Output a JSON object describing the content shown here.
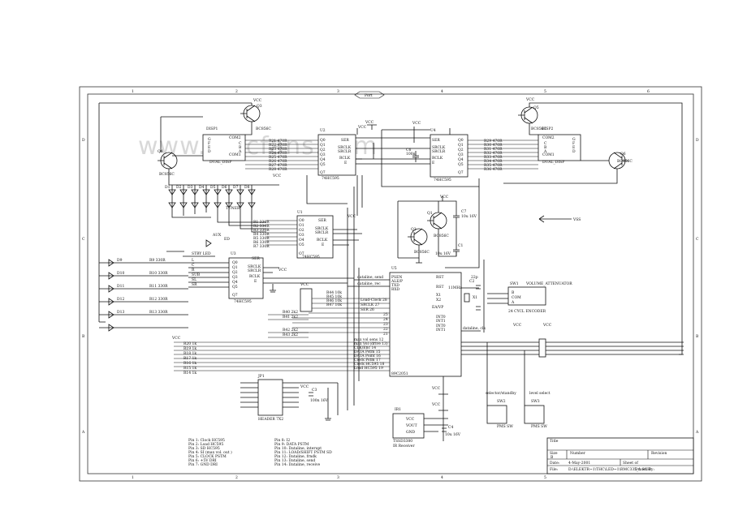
{
  "watermark": "www.elecfans.com",
  "border_cols": [
    "1",
    "2",
    "3",
    "4",
    "5",
    "6"
  ],
  "border_rows": [
    "D",
    "C",
    "B",
    "A"
  ],
  "top_tab": "Port",
  "parts": {
    "q3": {
      "ref": "Q3",
      "type": "BC856C",
      "vcc": "VCC"
    },
    "q4": {
      "ref": "Q4",
      "type": "BC856C"
    },
    "q5": {
      "ref": "Q5",
      "type": "BC856C",
      "vcc": "VCC"
    },
    "q6": {
      "ref": "Q6",
      "type": "BC856C"
    },
    "disp1": {
      "ref": "DISP1",
      "type": "DUAL_DISP",
      "com1": "COM1",
      "com2": "COM2",
      "pins": [
        "G",
        "F",
        "E",
        "D",
        "C",
        "B",
        "A",
        "DP"
      ]
    },
    "disp2": {
      "ref": "DISP2",
      "type": "DUAL_DISP",
      "com1": "COM1",
      "com2": "COM2",
      "pins": [
        "G",
        "F",
        "E",
        "D",
        "C",
        "B",
        "A",
        "DP"
      ]
    },
    "u2": {
      "ref": "U2",
      "type": "74HC595",
      "vcc": "VCC",
      "pins": [
        "SER",
        "SRCLK",
        "SRCLR",
        "RCLK",
        "E"
      ],
      "outs": [
        "Q0",
        "Q1",
        "Q2",
        "Q3",
        "Q4",
        "Q5",
        "Q6",
        "Q7"
      ]
    },
    "u4": {
      "ref": "U4",
      "type": "74HC595",
      "vcc": "VCC",
      "pins": [
        "SER",
        "SRCLK",
        "SRCLR",
        "RCLK",
        "E"
      ],
      "outs": [
        "Q0",
        "Q1",
        "Q2",
        "Q3",
        "Q4",
        "Q5",
        "Q6",
        "Q7"
      ]
    },
    "u1": {
      "ref": "U1",
      "type": "74HC595",
      "vcc": "VCC",
      "pins": [
        "SER",
        "SRCLK",
        "SRCLR",
        "RCLK",
        "E"
      ],
      "outs": [
        "O0",
        "O1",
        "O2",
        "O3",
        "O4",
        "O5",
        "O6",
        "O7"
      ]
    },
    "u3": {
      "ref": "U3",
      "type": "74HC595",
      "vcc": "VCC",
      "pins": [
        "SER",
        "SRCLK",
        "SRCLR",
        "RCLK",
        "E"
      ],
      "outs": [
        "Q0",
        "Q1",
        "Q2",
        "Q3",
        "Q4",
        "Q5",
        "Q6",
        "Q7"
      ]
    },
    "u5": {
      "ref": "U5",
      "type": "89C2051",
      "left": [
        "PSEN",
        "ALE/P",
        "TXD",
        "RXD"
      ],
      "right_top": [
        "RST",
        "X1",
        "X2",
        "EA/VP"
      ],
      "right_mid": [
        "INT0",
        "INT1",
        "T0",
        "T1"
      ]
    },
    "q1": {
      "ref": "Q1",
      "type": "BC856C"
    },
    "q2": {
      "ref": "Q2",
      "type": "BC856C"
    },
    "sw1": {
      "ref": "SW1",
      "name": "VOLUME_ATTENUATOR",
      "pins": [
        "A",
        "COM",
        "B"
      ],
      "label": "24 CYCL ENCODER"
    },
    "sw2": {
      "ref": "SW2",
      "type": "PMS SW",
      "label": "selector/standby"
    },
    "sw3": {
      "ref": "SW3",
      "type": "PMS SW",
      "label": "level select"
    },
    "ir1": {
      "ref": "IR1",
      "type": "TSSD3380",
      "label": "IR Receiver",
      "pins": [
        "VCC",
        "VOUT",
        "GND"
      ]
    },
    "jp1": {
      "ref": "JP1",
      "type": "HEADER 7X2"
    },
    "c1": {
      "ref": "C1",
      "value": "10u 16V"
    },
    "c2": {
      "ref": "C2",
      "value": "22p"
    },
    "c3": {
      "ref": "C3",
      "value": "100n 16V"
    },
    "c4": {
      "ref": "C4",
      "value": "10u 16V"
    },
    "c5": {
      "ref": "C5",
      "value": "100n 16V"
    },
    "c6": {
      "ref": "C6",
      "value": "100n"
    },
    "c7": {
      "ref": "C7",
      "value": "10u 16V"
    },
    "x1": {
      "ref": "X1",
      "value": "11MHz"
    },
    "tuner": "TUNER",
    "aux": "AUX",
    "stby": "STBY LED",
    "ed": "ED"
  },
  "resistors_u2": [
    "R21 470R",
    "R22 470R",
    "R23 470R",
    "R24 470R",
    "R25 470R",
    "R26 470R",
    "R27 470R",
    "R28 470R"
  ],
  "resistors_u4": [
    "R29 470R",
    "R30 470R",
    "R31 470R",
    "R32 470R",
    "R33 470R",
    "R34 470R",
    "R35 470R",
    "R36 470R"
  ],
  "resistors_u1": [
    "R1 330R",
    "R2 330R",
    "R3 330R",
    "R4 330R",
    "R5 330R",
    "R6 330R",
    "R7 330R"
  ],
  "led_refs": [
    "D1",
    "D2",
    "D3",
    "D4",
    "D5",
    "D6",
    "D7",
    "D8"
  ],
  "left_leds": [
    {
      "ref": "D9",
      "r": "R9 330R"
    },
    {
      "ref": "D10",
      "r": "R10 330R"
    },
    {
      "ref": "D11",
      "r": "R11 330R"
    },
    {
      "ref": "D12",
      "r": "R12 330R"
    },
    {
      "ref": "D13",
      "r": "R13 330R"
    }
  ],
  "u3_inputs": [
    "L",
    "C",
    "R",
    "SUB",
    "SL",
    "SR"
  ],
  "res_2k2": [
    "R40 2k2",
    "R41 2k2",
    "R42 2k2",
    "R43 2k2"
  ],
  "res_1k": [
    "R20 1k",
    "R19 1k",
    "R18 1k",
    "R17 1k",
    "R16 1k",
    "R15 1k",
    "R14 1k"
  ],
  "res_10k": [
    "R44 10k",
    "R45 10k",
    "R46 10k",
    "R47 10k"
  ],
  "p2_labels": [
    "Load-Clock 28",
    "SRCLK 27",
    "SER 26",
    "25",
    "24",
    "23",
    "22",
    "21"
  ],
  "p1_labels": [
    "max vol sens 12",
    "max Vol (drive 13)",
    "CLK/Enc 14",
    "DATA Pstm 15",
    "DATA Point 16",
    "Clock Pstm 17",
    "Clock HC595 18",
    "Load HC595 19"
  ],
  "serial_labels": [
    "dataline, send",
    "dataline, rec"
  ],
  "int_label": "dataline, clk",
  "pin_notes_left": [
    "Pin 1:  Clock HC595",
    "Pin 2:  Load HC595",
    "Pin 3:  SD HC595",
    "Pin 4:  SI (max vol. out )",
    "Pin 5:  CLOCK PSTM",
    "Pin 6:  +5V DRI",
    "Pin 7:  GND DRI"
  ],
  "pin_notes_right": [
    "Pin 8:   I2",
    "Pin 9:   DATA PSTM",
    "Pin 10: Dataline, interupt",
    "Pin 11: LOAD/SHIFT PSTM SD",
    "Pin 12: Dataline, frndk",
    "Pin 13: Dataline, send",
    "Pin 14: Dataline, receive"
  ],
  "title_block": {
    "title": "Title",
    "size": "Size",
    "size_val": "B",
    "number": "Number",
    "revision": "Revision",
    "date": "Date:",
    "date_val": "4-May-2001",
    "sheet": "Sheet    of",
    "file": "File:",
    "file_val": "D:\\ELEKTR~1\\THC\\LED~1\\RMC335_1.SCH",
    "drawn": "Drawn By:"
  },
  "vcc": "VCC",
  "u4_arrow_label": "VSS"
}
